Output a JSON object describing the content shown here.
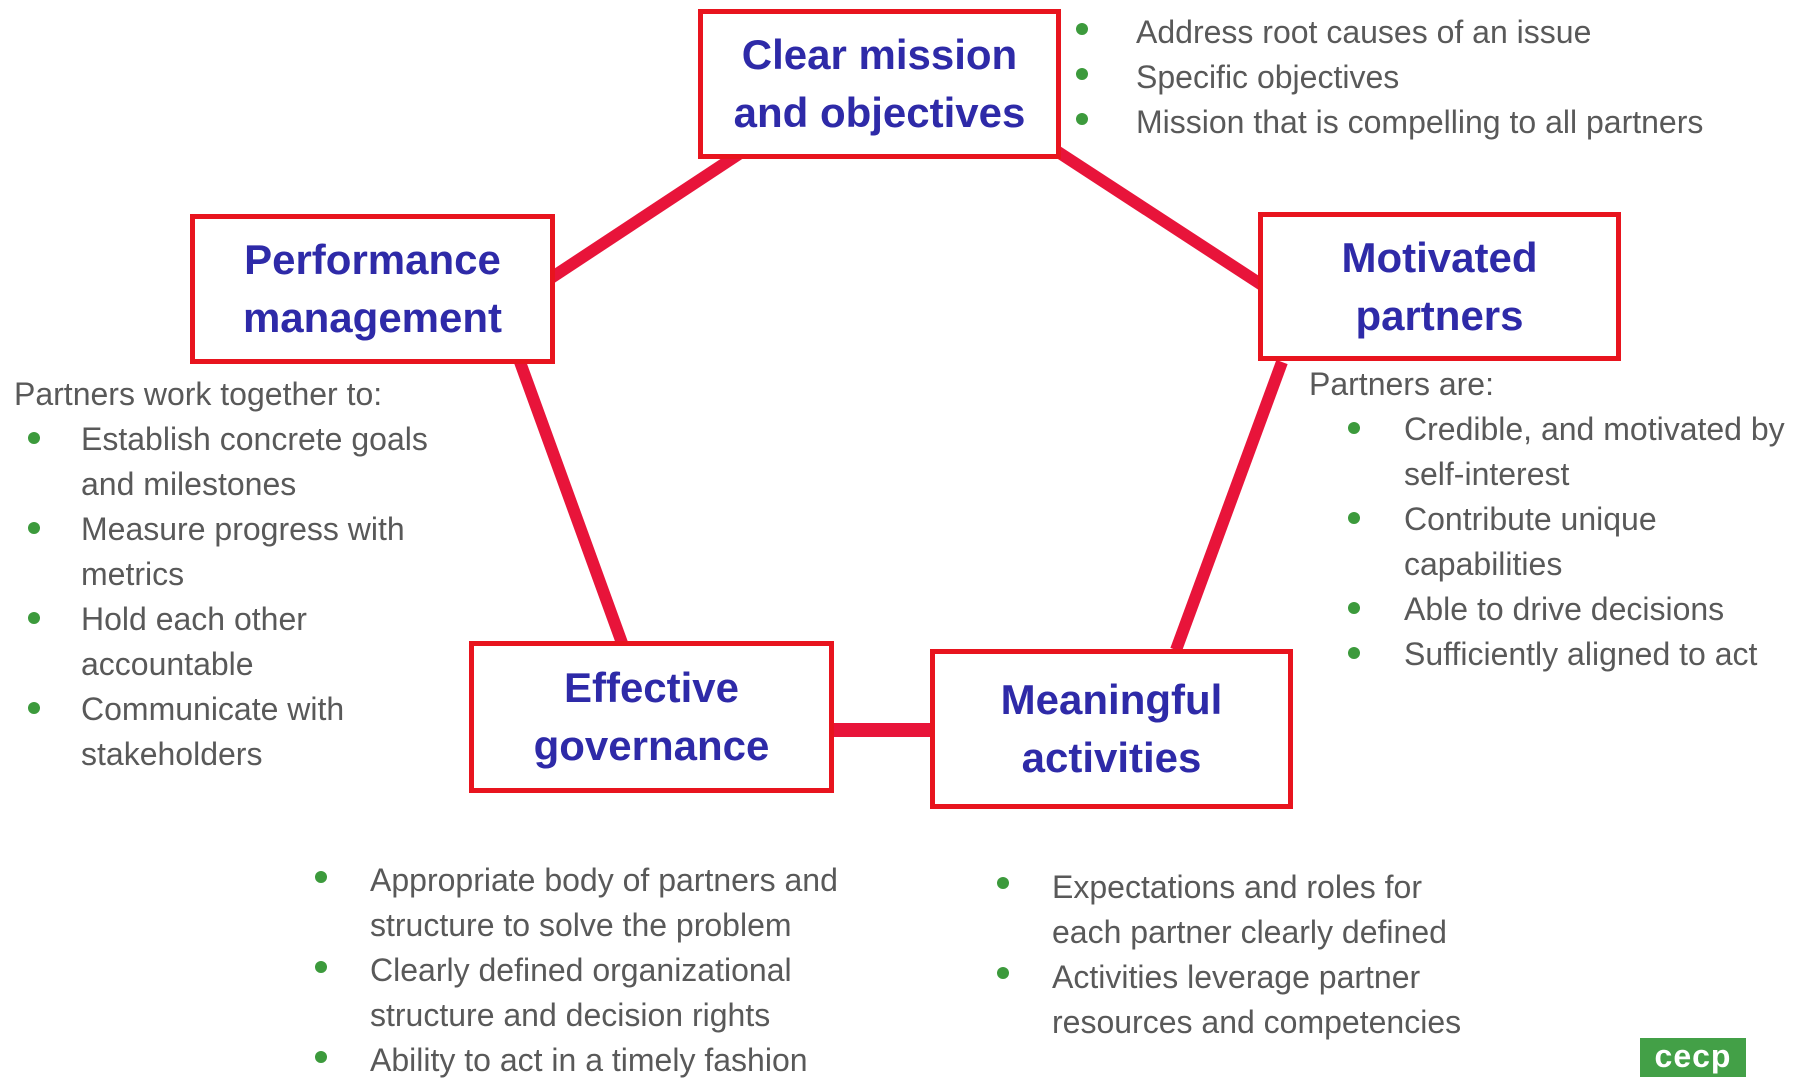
{
  "boxes": {
    "mission": [
      "Clear mission",
      "and objectives"
    ],
    "partners": [
      "Motivated",
      "partners"
    ],
    "activities": [
      "Meaningful",
      "activities"
    ],
    "governance": [
      "Effective",
      "governance"
    ],
    "performance": [
      "Performance",
      "management"
    ]
  },
  "mission_bullets": [
    "Address root causes of an issue",
    "Specific objectives",
    "Mission that is compelling to all partners"
  ],
  "partners_block": {
    "intro": "Partners are:",
    "bullets": [
      [
        "Credible, and motivated by",
        "self-interest"
      ],
      [
        "Contribute unique",
        "capabilities"
      ],
      [
        "Able to drive decisions"
      ],
      [
        "Sufficiently aligned to act"
      ]
    ]
  },
  "performance_block": {
    "intro": "Partners work together to:",
    "bullets": [
      [
        "Establish concrete goals",
        "and milestones"
      ],
      [
        "Measure progress with",
        "metrics"
      ],
      [
        "Hold each other",
        "accountable"
      ],
      [
        "Communicate with",
        "stakeholders"
      ]
    ]
  },
  "governance_bullets": [
    [
      "Appropriate body of partners and",
      "structure to solve the problem"
    ],
    [
      "Clearly defined organizational",
      "structure and decision rights"
    ],
    [
      "Ability to act in a timely fashion"
    ]
  ],
  "activities_bullets": [
    [
      "Expectations and roles for",
      "each partner clearly defined"
    ],
    [
      "Activities leverage partner",
      "resources and competencies"
    ]
  ],
  "logo_text": "cecp",
  "colors": {
    "box_border": "#e8141e",
    "connector": "#e8143a",
    "title": "#2e2aa8",
    "body_text": "#595959",
    "bullet": "#3c9a3c",
    "logo_bg": "#43a047"
  }
}
